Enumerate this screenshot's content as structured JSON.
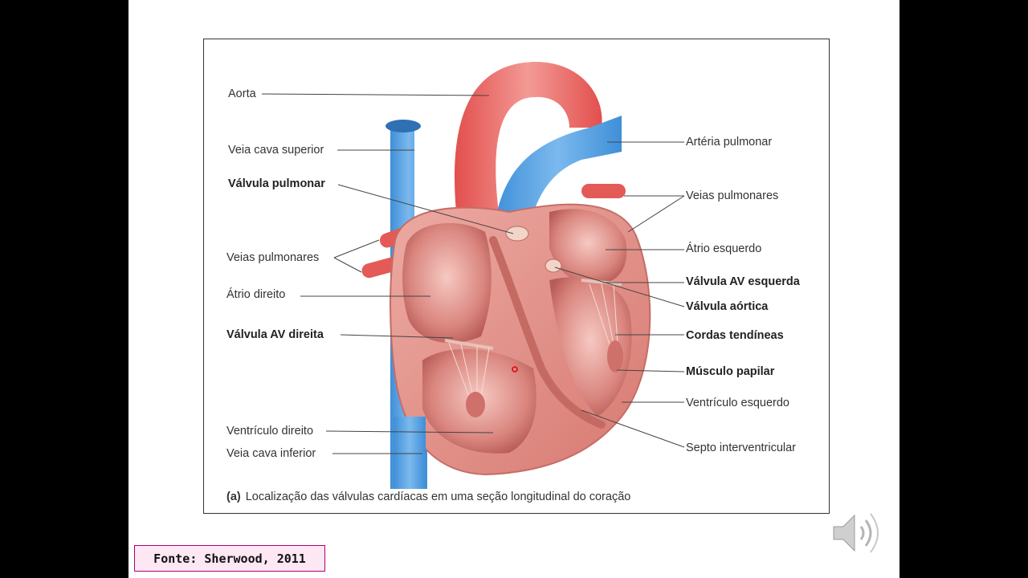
{
  "diagram": {
    "labels_left": [
      {
        "id": "aorta",
        "text": "Aorta",
        "bold": false
      },
      {
        "id": "veia-cava-superior",
        "text": "Veia cava superior",
        "bold": false
      },
      {
        "id": "valvula-pulmonar",
        "text": "Válvula pulmonar",
        "bold": true
      },
      {
        "id": "veias-pulmonares-left",
        "text": "Veias pulmonares",
        "bold": false
      },
      {
        "id": "atrio-direito",
        "text": "Átrio direito",
        "bold": false
      },
      {
        "id": "valvula-av-direita",
        "text": "Válvula AV direita",
        "bold": true
      },
      {
        "id": "ventriculo-direito",
        "text": "Ventrículo direito",
        "bold": false
      },
      {
        "id": "veia-cava-inferior",
        "text": "Veia cava inferior",
        "bold": false
      }
    ],
    "labels_right": [
      {
        "id": "arteria-pulmonar",
        "text": "Artéria pulmonar",
        "bold": false
      },
      {
        "id": "veias-pulmonares-right",
        "text": "Veias pulmonares",
        "bold": false
      },
      {
        "id": "atrio-esquerdo",
        "text": "Átrio esquerdo",
        "bold": false
      },
      {
        "id": "valvula-av-esquerda",
        "text": "Válvula AV esquerda",
        "bold": true
      },
      {
        "id": "valvula-aortica",
        "text": "Válvula aórtica",
        "bold": true
      },
      {
        "id": "cordas-tendineas",
        "text": "Cordas tendíneas",
        "bold": true
      },
      {
        "id": "musculo-papilar",
        "text": "Músculo papilar",
        "bold": true
      },
      {
        "id": "ventriculo-esquerdo",
        "text": "Ventrículo esquerdo",
        "bold": false
      },
      {
        "id": "septo-interventricular",
        "text": "Septo interventricular",
        "bold": false
      }
    ],
    "caption_tag": "(a)",
    "caption_text": "Localização das válvulas cardíacas em uma seção longitudinal do coração"
  },
  "source_note": "Fonte: Sherwood, 2011",
  "audio_icon": "speaker-icon",
  "colors": {
    "vein_blue": "#4f9fe0",
    "artery_red": "#e8615f",
    "tissue_pink": "#e9a6a0",
    "source_bg": "#fde7f3",
    "source_border": "#b0006e"
  }
}
